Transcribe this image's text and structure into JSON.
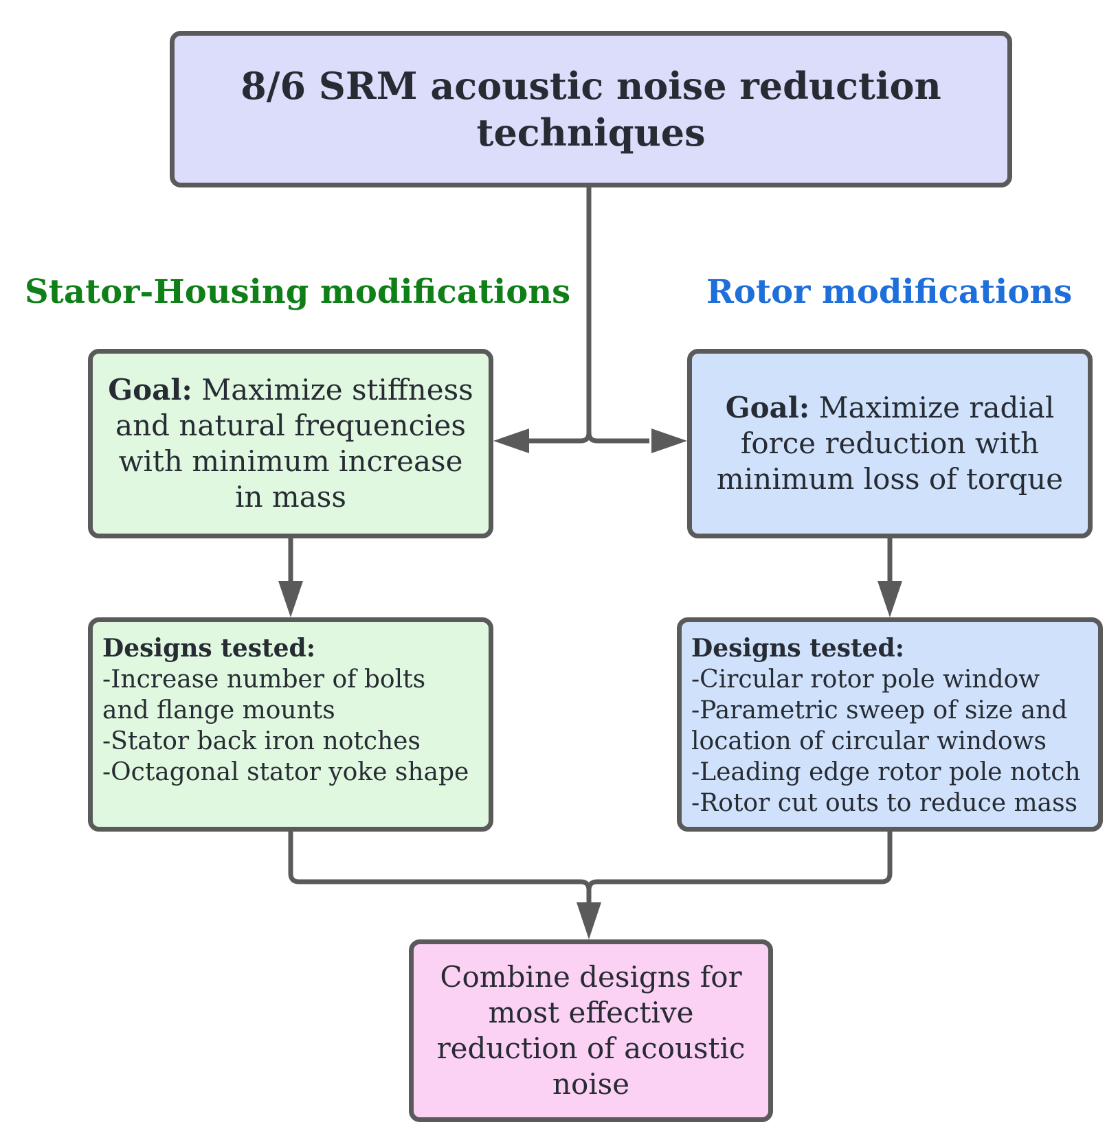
{
  "title": "8/6 SRM acoustic noise reduction techniques",
  "left": {
    "heading": "Stator-Housing modifications",
    "heading_color": "#0f7f17",
    "goal_label": "Goal:",
    "goal_text": "Maximize stiffness and natural frequencies with minimum increase in mass",
    "designs_label": "Designs tested:",
    "designs": [
      "-Increase number of bolts",
      "and flange mounts",
      "-Stator back iron notches",
      "-Octagonal stator yoke shape"
    ]
  },
  "right": {
    "heading": "Rotor modifications",
    "heading_color": "#1e6fda",
    "goal_label": "Goal:",
    "goal_text": "Maximize radial force reduction with minimum loss of torque",
    "designs_label": "Designs tested:",
    "designs": [
      "-Circular rotor pole window",
      "-Parametric sweep of size and",
      "location of circular windows",
      "-Leading edge rotor pole notch",
      "-Rotor cut outs to reduce mass"
    ]
  },
  "combine": "Combine designs for most effective reduction of acoustic noise"
}
